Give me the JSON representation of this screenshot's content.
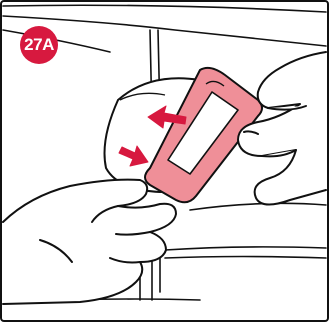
{
  "step": {
    "label": "27A"
  },
  "colors": {
    "accent": "#d7193f",
    "part_fill": "#ef8f98",
    "line": "#111111",
    "background": "#ffffff"
  },
  "figure": {
    "depicts": [
      "hand-left",
      "hand-right",
      "pink-part",
      "white-part",
      "arrow-up-left",
      "arrow-down-right",
      "appliance-body"
    ]
  }
}
